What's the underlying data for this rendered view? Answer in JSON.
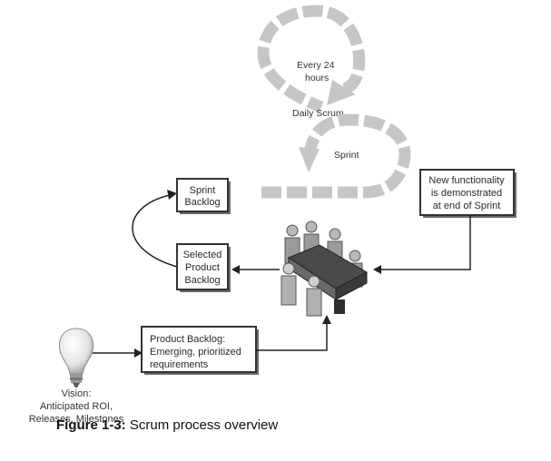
{
  "loop": {
    "daily_top": "Every 24",
    "daily_bottom": "hours",
    "daily_scrum": "Daily Scrum",
    "sprint": "Sprint"
  },
  "boxes": {
    "sprint_backlog": [
      "Sprint",
      "Backlog"
    ],
    "new_functionality": [
      "New functionality",
      "is demonstrated",
      "at end of Sprint"
    ],
    "selected_product_backlog": [
      "Selected",
      "Product",
      "Backlog"
    ],
    "product_backlog": [
      "Product Backlog:",
      "Emerging, prioritized",
      "requirements"
    ]
  },
  "vision": [
    "Vision:",
    "Anticipated ROI,",
    "Releases, Milestones"
  ],
  "caption": {
    "label": "Figure 1-3:",
    "text": " Scrum process overview"
  },
  "colors": {
    "loop_gray": "#c6c6c6",
    "line": "#222222",
    "box_border": "#333333",
    "figure_dark": "#4a4a4a",
    "figure_light": "#b8b8b8"
  },
  "icons": {
    "vision": "lightbulb-icon",
    "team": "team-meeting-icon"
  }
}
